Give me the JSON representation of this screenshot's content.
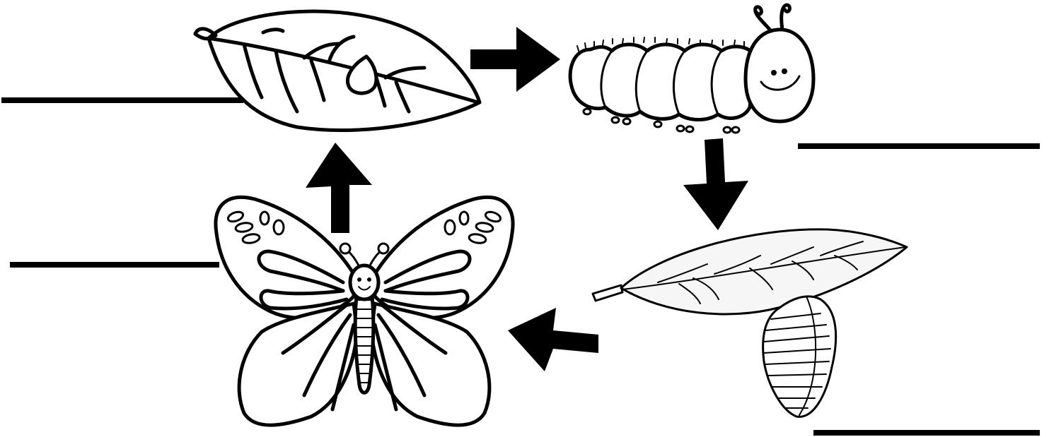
{
  "diagram": {
    "stages": [
      {
        "id": "egg",
        "icon": "egg-on-leaf-icon"
      },
      {
        "id": "caterpillar",
        "icon": "caterpillar-icon"
      },
      {
        "id": "chrysalis",
        "icon": "chrysalis-icon"
      },
      {
        "id": "butterfly",
        "icon": "butterfly-icon"
      }
    ],
    "answer_blanks": [
      {
        "for": "egg",
        "value": ""
      },
      {
        "for": "caterpillar",
        "value": ""
      },
      {
        "for": "chrysalis",
        "value": ""
      },
      {
        "for": "butterfly",
        "value": ""
      }
    ],
    "colors": {
      "ink": "#000000",
      "paper": "#ffffff"
    }
  }
}
